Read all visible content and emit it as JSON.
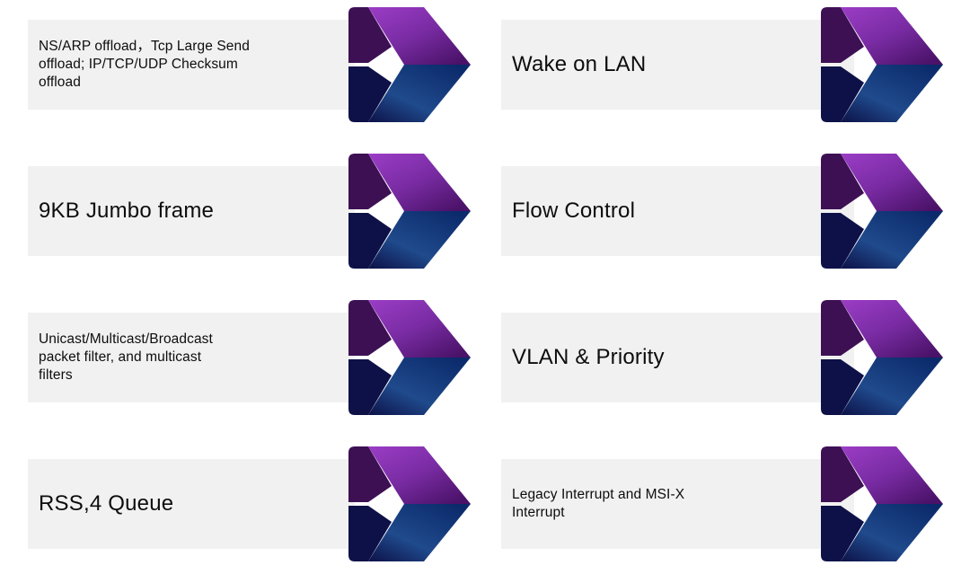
{
  "slide": {
    "background_color": "#ffffff",
    "title": "Network controller feature chevrons"
  },
  "theme": {
    "bar_fill": "#f1f1f1",
    "text_color": "#0d0d0d",
    "purple_light": "#8b31b5",
    "purple_mid": "#7a2ca4",
    "purple_dark": "#4a1268",
    "purple_shadow": "#3d1054",
    "blue_light": "#1f4a8c",
    "blue_mid": "#123a7e",
    "blue_dark": "#0b2a6b",
    "blue_shadow": "#0d1147"
  },
  "columns": [
    {
      "name": "left-column",
      "items": [
        {
          "id": "ns-arp-offload",
          "label": "NS/ARP offload，Tcp Large Send\noffload; IP/TCP/UDP Checksum\noffload",
          "size": "small"
        },
        {
          "id": "jumbo-frame",
          "label": "9KB Jumbo frame",
          "size": "big"
        },
        {
          "id": "packet-filter",
          "label": "Unicast/Multicast/Broadcast\npacket filter, and multicast\nfilters",
          "size": "small"
        },
        {
          "id": "rss-queue",
          "label": "RSS,4 Queue",
          "size": "big"
        }
      ]
    },
    {
      "name": "right-column",
      "items": [
        {
          "id": "wake-on-lan",
          "label": "Wake on LAN",
          "size": "big"
        },
        {
          "id": "flow-control",
          "label": "Flow Control",
          "size": "big"
        },
        {
          "id": "vlan-priority",
          "label": "VLAN & Priority",
          "size": "big"
        },
        {
          "id": "interrupts",
          "label": "Legacy Interrupt and MSI-X\nInterrupt",
          "size": "small"
        }
      ]
    }
  ]
}
